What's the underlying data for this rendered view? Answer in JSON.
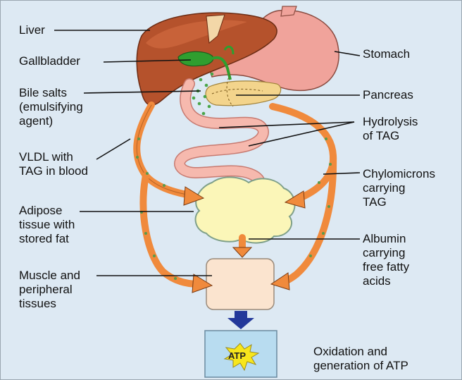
{
  "labels": {
    "liver": "Liver",
    "gallbladder": "Gallbladder",
    "bile_salts": "Bile salts\n(emulsifying\nagent)",
    "vldl": "VLDL with\nTAG in blood",
    "adipose": "Adipose\ntissue with\nstored fat",
    "muscle": "Muscle and\nperipheral\ntissues",
    "stomach": "Stomach",
    "pancreas": "Pancreas",
    "hydrolysis": "Hydrolysis\nof TAG",
    "chylomicrons": "Chylomicrons\ncarrying\nTAG",
    "albumin": "Albumin\ncarrying\nfree fatty\nacids",
    "oxidation": "Oxidation and\ngeneration of ATP",
    "atp": "ATP"
  },
  "colors": {
    "background": "#dde9f3",
    "liver": "#b5522c",
    "stomach": "#f0a39b",
    "intestine": "#f6b9ae",
    "pancreas": "#f3d48c",
    "gallbladder": "#2f9e2f",
    "arrow": "#f08a3c",
    "adipose": "#fbf6b8",
    "muscle_box": "#fbe4cf",
    "atp_box": "#b8dcf0",
    "atp_star": "#f7e61c",
    "down_arrow": "#23389a"
  }
}
